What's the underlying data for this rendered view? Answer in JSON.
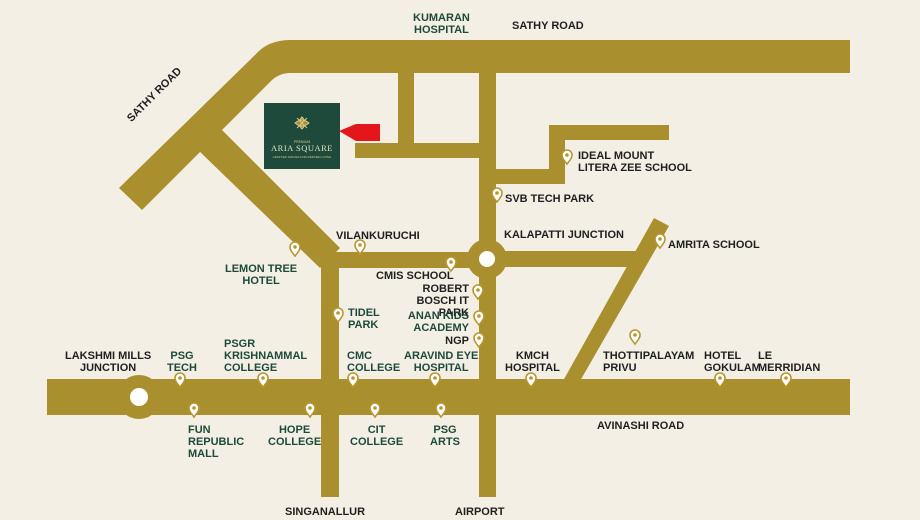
{
  "roads": {
    "sathy_road_top": "SATHY ROAD",
    "sathy_road_diag": "SATHY ROAD",
    "avinashi_road": "AVINASHI ROAD",
    "singanallur": "SINGANALLUR",
    "airport": "AIRPORT"
  },
  "project": {
    "tagline": "PREMIUM",
    "name": "ARIA SQUARE",
    "subtitle": "CRAFTED SPACES FOR REFINED LIVING",
    "marker_color": "#e3161b"
  },
  "landmarks": {
    "kumaran_hospital": "KUMARAN\nHOSPITAL",
    "ideal_mount": "IDEAL MOUNT\nLITERA ZEE SCHOOL",
    "svb_tech_park": "SVB TECH PARK",
    "kalapatti_junction": "KALAPATTI JUNCTION",
    "amrita_school": "AMRITA SCHOOL",
    "vilankuruchi": "VILANKURUCHI",
    "lemon_tree": "LEMON TREE\nHOTEL",
    "cmis_school": "CMIS SCHOOL",
    "robert_bosch": "ROBERT\nBOSCH IT PARK",
    "anan_kids": "ANAN KIDS\nACADEMY",
    "ngp": "NGP",
    "tidel_park": "TIDEL\nPARK",
    "lakshmi_mills": "LAKSHMI MILLS\nJUNCTION",
    "psg_tech": "PSG\nTECH",
    "psgr": "PSGR\nKRISHNAMMAL\nCOLLEGE",
    "cmc_college": "CMC\nCOLLEGE",
    "aravind_eye": "ARAVIND EYE\nHOSPITAL",
    "kmch": "KMCH\nHOSPITAL",
    "thottipalayam": "THOTTIPALAYAM\nPRIVU",
    "hotel_gokulam": "HOTEL\nGOKULAM",
    "le_merridian": "LE\nMERRIDIAN",
    "fun_republic": "FUN\nREPUBLIC\nMALL",
    "hope_college": "HOPE\nCOLLEGE",
    "cit_college": "CIT\nCOLLEGE",
    "psg_arts": "PSG\nARTS"
  },
  "colors": {
    "background": "#f4efe4",
    "road": "#a98f2e",
    "green_text": "#1d4a3a",
    "dark_text": "#1f1f1f",
    "pin": "#b8962f"
  },
  "icons": {
    "pin": "map-pin-icon",
    "roundabout": "roundabout-circle",
    "logo": "leaf-emblem-icon"
  }
}
